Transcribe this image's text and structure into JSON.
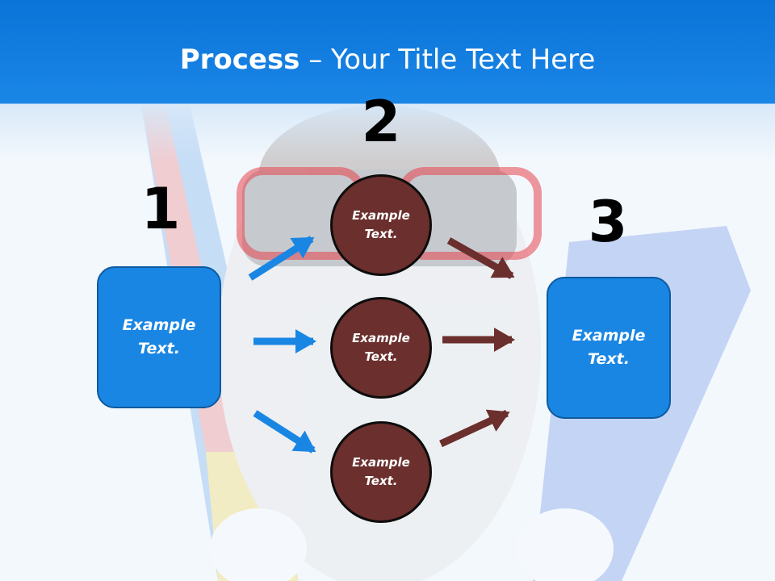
{
  "title": {
    "bold": "Process",
    "rest": " – Your Title Text Here"
  },
  "steps": {
    "one": "1",
    "two": "2",
    "three": "3"
  },
  "left_box": {
    "text": "Example Text."
  },
  "right_box": {
    "text": "Example Text."
  },
  "circles": [
    {
      "text": "Example Text."
    },
    {
      "text": "Example Text."
    },
    {
      "text": "Example Text."
    }
  ],
  "colors": {
    "blue": "#1a86e3",
    "brown": "#6b2f2d",
    "header": "#0a74d8"
  }
}
